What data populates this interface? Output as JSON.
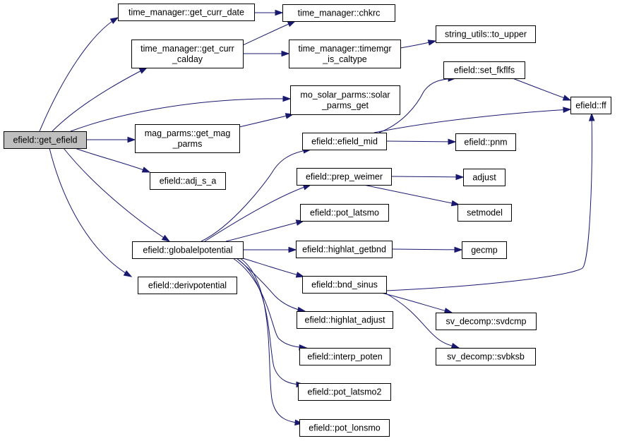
{
  "diagram": {
    "title": "",
    "colors": {
      "edge": "#191970",
      "root_fill": "#bfbfbf",
      "node_fill": "#ffffff",
      "border": "#000000"
    },
    "nodes": {
      "get_efield": {
        "lines": [
          "efield::get_efield"
        ],
        "root": true
      },
      "get_curr_date": {
        "lines": [
          "time_manager::get_curr_date"
        ]
      },
      "get_curr_calday": {
        "lines": [
          "time_manager::get_curr",
          "_calday"
        ]
      },
      "mag_parms_get": {
        "lines": [
          "mag_parms::get_mag",
          "_parms"
        ]
      },
      "adj_s_a": {
        "lines": [
          "efield::adj_s_a"
        ]
      },
      "globalelpotential": {
        "lines": [
          "efield::globalelpotential"
        ]
      },
      "derivpotential": {
        "lines": [
          "efield::derivpotential"
        ]
      },
      "chkrc": {
        "lines": [
          "time_manager::chkrc"
        ]
      },
      "timemgr_is_caltype": {
        "lines": [
          "time_manager::timemgr",
          "_is_caltype"
        ]
      },
      "solar_parms_get": {
        "lines": [
          "mo_solar_parms::solar",
          "_parms_get"
        ]
      },
      "efield_mid": {
        "lines": [
          "efield::efield_mid"
        ]
      },
      "prep_weimer": {
        "lines": [
          "efield::prep_weimer"
        ]
      },
      "pot_latsmo": {
        "lines": [
          "efield::pot_latsmo"
        ]
      },
      "highlat_getbnd": {
        "lines": [
          "efield::highlat_getbnd"
        ]
      },
      "bnd_sinus": {
        "lines": [
          "efield::bnd_sinus"
        ]
      },
      "highlat_adjust": {
        "lines": [
          "efield::highlat_adjust"
        ]
      },
      "interp_poten": {
        "lines": [
          "efield::interp_poten"
        ]
      },
      "pot_latsmo2": {
        "lines": [
          "efield::pot_latsmo2"
        ]
      },
      "pot_lonsmo": {
        "lines": [
          "efield::pot_lonsmo"
        ]
      },
      "to_upper": {
        "lines": [
          "string_utils::to_upper"
        ]
      },
      "set_fkflfs": {
        "lines": [
          "efield::set_fkflfs"
        ]
      },
      "ff": {
        "lines": [
          "efield::ff"
        ]
      },
      "pnm": {
        "lines": [
          "efield::pnm"
        ]
      },
      "adjust": {
        "lines": [
          "adjust"
        ]
      },
      "setmodel": {
        "lines": [
          "setmodel"
        ]
      },
      "gecmp": {
        "lines": [
          "gecmp"
        ]
      },
      "svdcmp": {
        "lines": [
          "sv_decomp::svdcmp"
        ]
      },
      "svbksb": {
        "lines": [
          "sv_decomp::svbksb"
        ]
      }
    },
    "edges": [
      [
        "get_efield",
        "get_curr_date"
      ],
      [
        "get_efield",
        "get_curr_calday"
      ],
      [
        "get_efield",
        "solar_parms_get"
      ],
      [
        "get_efield",
        "mag_parms_get"
      ],
      [
        "get_efield",
        "adj_s_a"
      ],
      [
        "get_efield",
        "globalelpotential"
      ],
      [
        "get_efield",
        "derivpotential"
      ],
      [
        "get_curr_date",
        "chkrc"
      ],
      [
        "get_curr_calday",
        "chkrc"
      ],
      [
        "get_curr_calday",
        "timemgr_is_caltype"
      ],
      [
        "timemgr_is_caltype",
        "to_upper"
      ],
      [
        "mag_parms_get",
        "solar_parms_get"
      ],
      [
        "globalelpotential",
        "efield_mid"
      ],
      [
        "globalelpotential",
        "prep_weimer"
      ],
      [
        "globalelpotential",
        "pot_latsmo"
      ],
      [
        "globalelpotential",
        "highlat_getbnd"
      ],
      [
        "globalelpotential",
        "bnd_sinus"
      ],
      [
        "globalelpotential",
        "highlat_adjust"
      ],
      [
        "globalelpotential",
        "interp_poten"
      ],
      [
        "globalelpotential",
        "pot_latsmo2"
      ],
      [
        "globalelpotential",
        "pot_lonsmo"
      ],
      [
        "efield_mid",
        "set_fkflfs"
      ],
      [
        "efield_mid",
        "ff"
      ],
      [
        "efield_mid",
        "pnm"
      ],
      [
        "set_fkflfs",
        "ff"
      ],
      [
        "prep_weimer",
        "adjust"
      ],
      [
        "prep_weimer",
        "setmodel"
      ],
      [
        "highlat_getbnd",
        "gecmp"
      ],
      [
        "bnd_sinus",
        "ff"
      ],
      [
        "bnd_sinus",
        "svdcmp"
      ],
      [
        "bnd_sinus",
        "svbksb"
      ]
    ]
  }
}
